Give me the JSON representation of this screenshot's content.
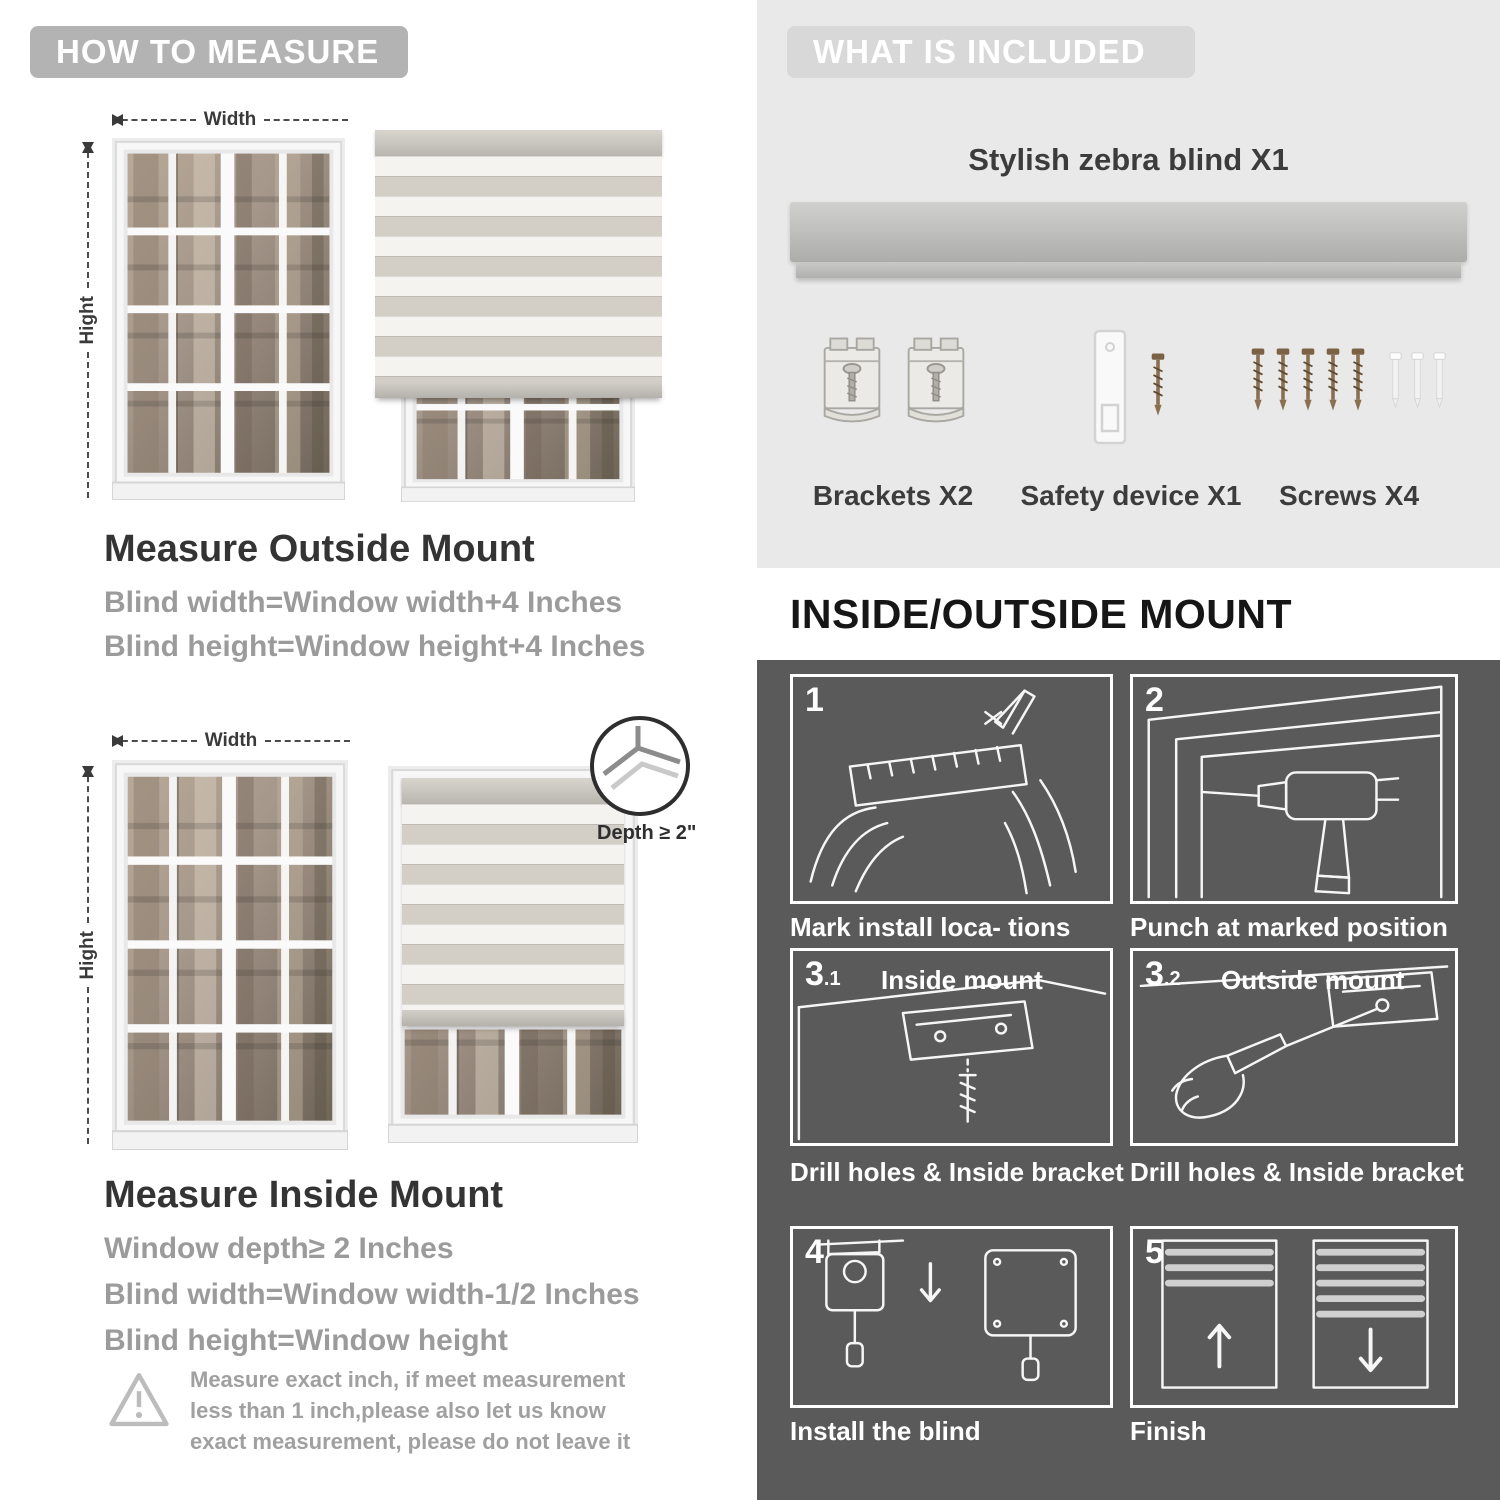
{
  "colors": {
    "left_badge_bg": "#b3b3b3",
    "right_badge_bg": "#d8d8d8",
    "right_top_bg": "#e9e9e9",
    "dark_section_bg": "#5a5a5a",
    "heading_text": "#343434",
    "muted_text": "#9b9b9b",
    "screw_color": "#7c6245"
  },
  "left": {
    "header": "HOW TO MEASURE",
    "outside": {
      "width_label": "Width",
      "height_label": "Hight",
      "heading": "Measure Outside Mount",
      "lines": [
        "Blind width=Window width+4 Inches",
        "Blind height=Window height+4 Inches"
      ]
    },
    "inside": {
      "width_label": "Width",
      "height_label": "Hight",
      "depth_label": "Depth ≥ 2\"",
      "heading": "Measure Inside Mount",
      "lines": [
        "Window depth≥ 2 Inches",
        "Blind width=Window width-1/2 Inches",
        "Blind height=Window height"
      ]
    },
    "note": "Measure exact inch, if meet measurement less than 1 inch,please also let us know exact measurement, please do not leave it"
  },
  "right": {
    "included": {
      "header": "WHAT IS INCLUDED",
      "blind_label": "Stylish zebra blind X1",
      "items": [
        {
          "label": "Brackets X2"
        },
        {
          "label": "Safety device X1"
        },
        {
          "label": "Screws X4"
        }
      ]
    },
    "mount": {
      "header": "INSIDE/OUTSIDE MOUNT",
      "steps": [
        {
          "num": "1",
          "sub": "",
          "title": "",
          "caption": "Mark install loca- tions"
        },
        {
          "num": "2",
          "sub": "",
          "title": "",
          "caption": "Punch at  marked position"
        },
        {
          "num": "3",
          "sub": ".1",
          "title": "Inside mount",
          "caption": "Drill holes &  Inside bracket"
        },
        {
          "num": "3",
          "sub": ".2",
          "title": "Outside mount",
          "caption": "Drill holes &  Inside bracket"
        },
        {
          "num": "4",
          "sub": "",
          "title": "",
          "caption": "Install the blind"
        },
        {
          "num": "5",
          "sub": "",
          "title": "",
          "caption": "Finish"
        }
      ]
    }
  }
}
